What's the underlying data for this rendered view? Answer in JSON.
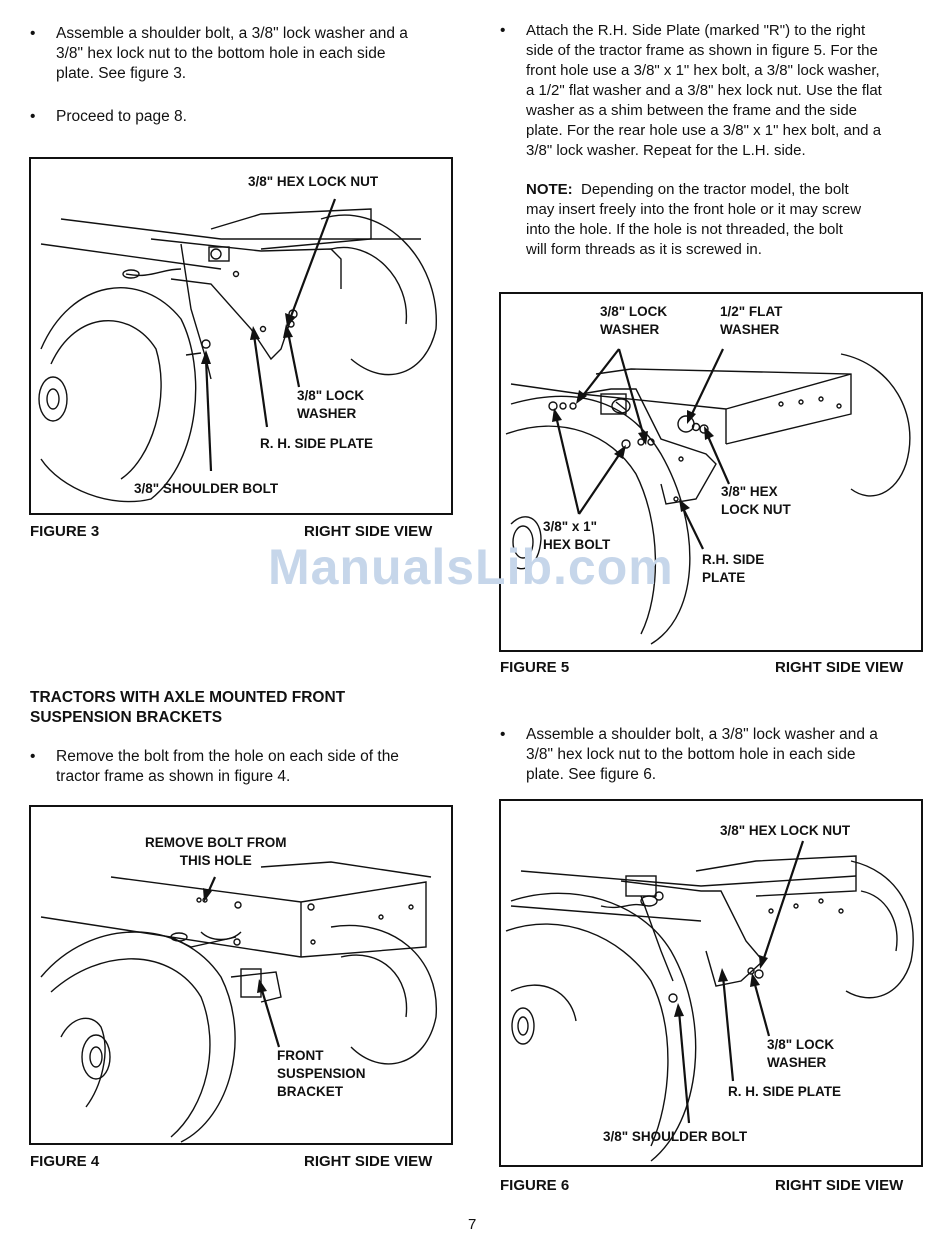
{
  "left_column": {
    "bullet1": {
      "marker": "•",
      "lines": [
        "Assemble a shoulder bolt, a 3/8\" lock washer and a",
        "3/8\" hex lock nut to the bottom hole in each side",
        "plate. See figure 3."
      ]
    },
    "bullet2": {
      "marker": "•",
      "lines": [
        "Proceed to page 8."
      ]
    },
    "figure3": {
      "callouts": {
        "hex_lock_nut": "3/8\" HEX LOCK NUT",
        "lock_washer": [
          "3/8\" LOCK",
          "WASHER"
        ],
        "side_plate": "R. H. SIDE PLATE",
        "shoulder_bolt": "3/8\" SHOULDER BOLT"
      },
      "label": "FIGURE 3",
      "view": "RIGHT SIDE VIEW"
    },
    "heading": [
      "TRACTORS WITH AXLE MOUNTED FRONT",
      "SUSPENSION BRACKETS"
    ],
    "bullet3": {
      "marker": "•",
      "lines": [
        "Remove the bolt from the hole on each side of the",
        "tractor frame as shown in figure 4."
      ]
    },
    "figure4": {
      "callouts": {
        "remove_bolt": [
          "REMOVE BOLT FROM",
          "THIS HOLE"
        ],
        "front_bracket": [
          "FRONT",
          "SUSPENSION",
          "BRACKET"
        ]
      },
      "label": "FIGURE 4",
      "view": "RIGHT SIDE VIEW"
    }
  },
  "right_column": {
    "bullet1": {
      "marker": "•",
      "lines": [
        "Attach the R.H. Side Plate (marked \"R\") to the right",
        "side of the tractor frame as shown in figure 5. For the",
        "front hole use a 3/8\" x 1\" hex bolt, a 3/8\" lock washer,",
        "a 1/2\" flat washer and a 3/8\" hex lock nut. Use the flat",
        "washer as a shim between the frame and the side",
        "plate.  For the rear hole use a 3/8\" x 1\" hex bolt, and a",
        "3/8\" lock washer. Repeat for the L.H. side."
      ]
    },
    "note": {
      "label": "NOTE:",
      "lines": [
        "Depending on the tractor model, the bolt",
        "may insert freely into the front hole or it may screw",
        "into the hole. If the hole is not threaded, the bolt",
        "will form threads as it is screwed in."
      ]
    },
    "figure5": {
      "callouts": {
        "lock_washer": [
          "3/8\" LOCK",
          "WASHER"
        ],
        "flat_washer": [
          "1/2\" FLAT",
          "WASHER"
        ],
        "hex_lock_nut": [
          "3/8\" HEX",
          "LOCK NUT"
        ],
        "hex_bolt": [
          "3/8\" x 1\"",
          "HEX BOLT"
        ],
        "side_plate": [
          "R.H. SIDE",
          "PLATE"
        ]
      },
      "label": "FIGURE 5",
      "view": "RIGHT SIDE VIEW"
    },
    "bullet2": {
      "marker": "•",
      "lines": [
        "Assemble a shoulder bolt, a 3/8\" lock washer and a",
        "3/8\" hex lock nut to the bottom hole in each side",
        "plate. See figure 6."
      ]
    },
    "figure6": {
      "callouts": {
        "hex_lock_nut": "3/8\" HEX LOCK NUT",
        "lock_washer": [
          "3/8\" LOCK",
          "WASHER"
        ],
        "side_plate": "R. H. SIDE PLATE",
        "shoulder_bolt": "3/8\" SHOULDER BOLT"
      },
      "label": "FIGURE 6",
      "view": "RIGHT SIDE VIEW"
    }
  },
  "watermark": "ManualsLib.com",
  "page_number": "7"
}
